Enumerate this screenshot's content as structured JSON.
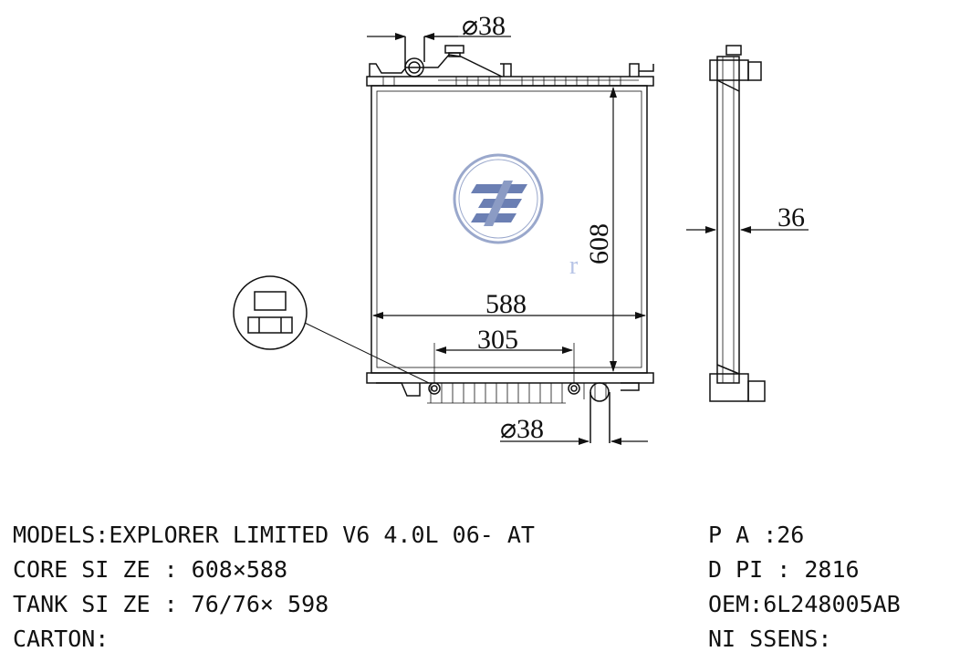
{
  "dimensions": {
    "top_pipe_diameter": "⌀38",
    "bottom_pipe_diameter": "⌀38",
    "core_height": "608",
    "core_width": "588",
    "bottom_spacing": "305",
    "side_thickness": "36"
  },
  "watermark_letter": "r",
  "specs": {
    "models": "MODELS:EXPLORER LIMITED V6 4.0L 06- AT",
    "core_size": "CORE SI ZE : 608×588",
    "tank_size": "TANK SI ZE : 76/76× 598",
    "carton": "CARTON:",
    "pa": "P A :26",
    "dpi": "D PI : 2816",
    "oem": "OEM:6L248005AB",
    "nissens": "NI SSENS:"
  },
  "colors": {
    "line": "#111111",
    "logo_blue": "#6b7fb3",
    "logo_ring": "#9aa8cc"
  }
}
